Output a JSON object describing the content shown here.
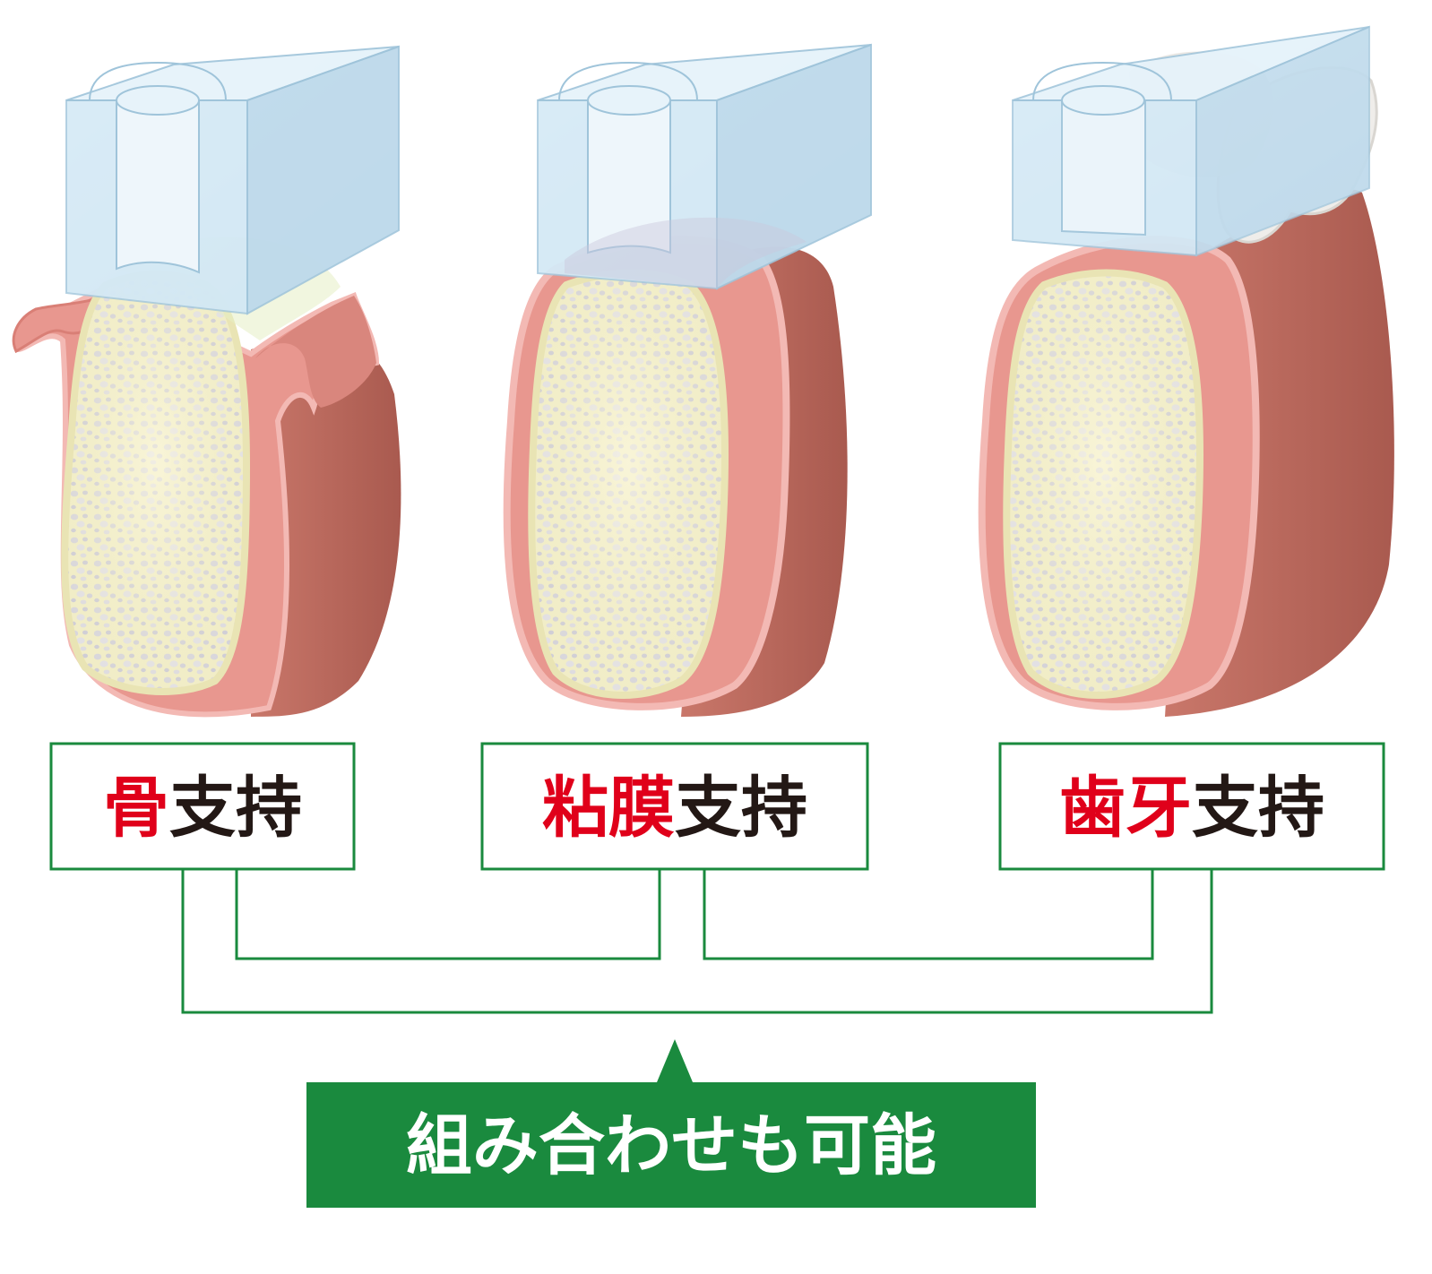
{
  "colors": {
    "green": "#1a8a3e",
    "red": "#e0001a",
    "dark_text": "#231815",
    "gum_outer": "#b9675a",
    "gum_inner": "#e8978f",
    "gum_edge": "#f3b9b4",
    "bone": "#f1edc7",
    "pores": "#cfcdd6",
    "splint": "#cfe6f3",
    "splint_edge": "#8db6cf",
    "tooth": "#efedea"
  },
  "labels": [
    {
      "highlight": "骨",
      "rest": "支持"
    },
    {
      "highlight": "粘膜",
      "rest": "支持"
    },
    {
      "highlight": "歯牙",
      "rest": "支持"
    }
  ],
  "footer": {
    "text": "組み合わせも可能"
  },
  "icons": {
    "connector": "triangle-up-icon"
  }
}
